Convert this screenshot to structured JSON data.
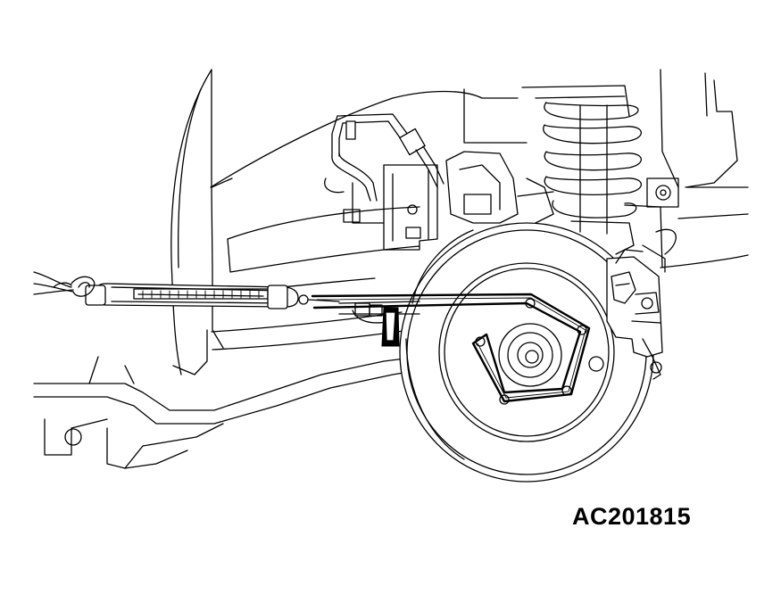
{
  "figure": {
    "code": "AC201815"
  },
  "components": [
    {
      "name": "spring-scale",
      "icon": "spring-scale-icon"
    },
    {
      "name": "rope-hook",
      "icon": "hook-icon"
    },
    {
      "name": "rope-loop-on-hub",
      "icon": "rope-icon"
    },
    {
      "name": "brake-disc-rotor",
      "icon": "disc-icon"
    },
    {
      "name": "hub-nut",
      "icon": "hub-icon"
    },
    {
      "name": "brake-caliper",
      "icon": "caliper-icon"
    },
    {
      "name": "coil-spring-strut",
      "icon": "spring-icon"
    },
    {
      "name": "brake-hose-line",
      "icon": "hose-icon"
    },
    {
      "name": "wheel-chock-wedge",
      "icon": "wedge-icon"
    },
    {
      "name": "wheel-arch-body",
      "icon": "body-panel-icon"
    }
  ]
}
